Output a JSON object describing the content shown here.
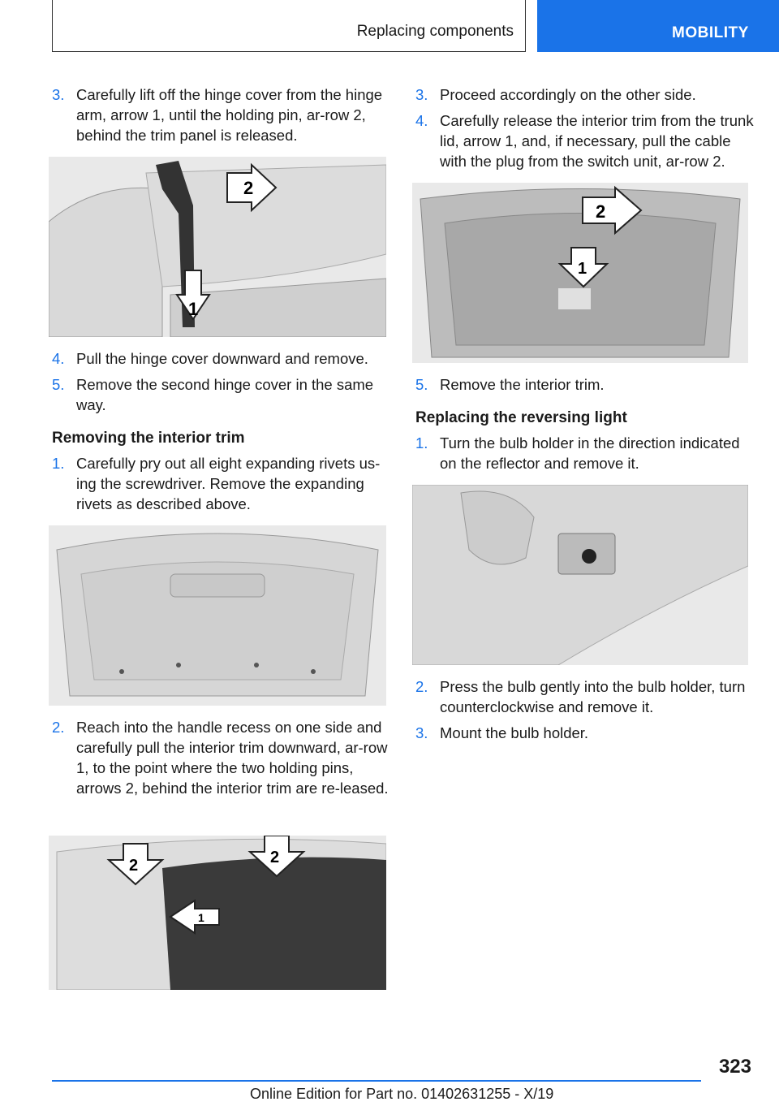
{
  "header": {
    "section": "Replacing components",
    "tab": "MOBILITY"
  },
  "left": {
    "step3": {
      "num": "3.",
      "text": "Carefully lift off the hinge cover from the hinge arm, arrow 1, until the holding pin, ar-row 2, behind the trim panel is released."
    },
    "step4": {
      "num": "4.",
      "text": "Pull the hinge cover downward and remove."
    },
    "step5": {
      "num": "5.",
      "text": "Remove the second hinge cover in the same way."
    },
    "heading": "Removing the interior trim",
    "trim1": {
      "num": "1.",
      "text": "Carefully pry out all eight expanding rivets us-ing the screwdriver. Remove the expanding rivets as described above."
    },
    "trim2": {
      "num": "2.",
      "text": "Reach into the handle recess on one side and carefully pull the interior trim downward, ar-row 1, to the point where the two holding pins, arrows 2, behind the interior trim are re-leased."
    },
    "fig1_labels": [
      "2",
      "1"
    ],
    "fig3_labels": [
      "2",
      "2",
      "1"
    ]
  },
  "right": {
    "step3": {
      "num": "3.",
      "text": "Proceed accordingly on the other side."
    },
    "step4": {
      "num": "4.",
      "text": "Carefully release the interior trim from the trunk lid, arrow 1, and, if necessary, pull the cable with the plug from the switch unit, ar-row 2."
    },
    "step5": {
      "num": "5.",
      "text": "Remove the interior trim."
    },
    "heading": "Replacing the reversing light",
    "rev1": {
      "num": "1.",
      "text": "Turn the bulb holder in the direction indicated on the reflector and remove it."
    },
    "rev2": {
      "num": "2.",
      "text": "Press the bulb gently into the bulb holder, turn counterclockwise and remove it."
    },
    "rev3": {
      "num": "3.",
      "text": "Mount the bulb holder."
    },
    "fig_labels": [
      "2",
      "1"
    ]
  },
  "footer": {
    "page_number": "323",
    "edition": "Online Edition for Part no. 01402631255 - X/19"
  },
  "colors": {
    "accent": "#1a73e8"
  }
}
